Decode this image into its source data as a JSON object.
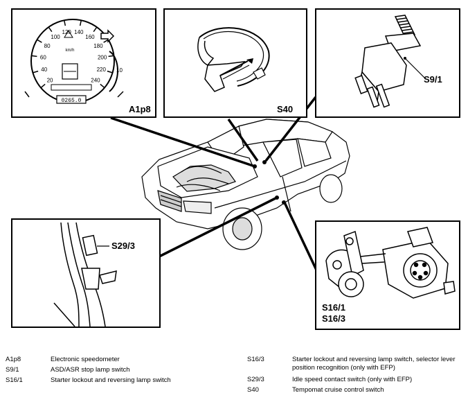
{
  "panels": {
    "speedometer": {
      "label": "A1p8",
      "speed_ticks": [
        "20",
        "40",
        "60",
        "80",
        "100",
        "120",
        "140",
        "160",
        "180",
        "200",
        "220",
        "240"
      ],
      "unit": "km/h",
      "odometer": "0265.0"
    },
    "steering": {
      "label": "S40"
    },
    "stop_lamp": {
      "label": "S9/1"
    },
    "idle_switch": {
      "label": "S29/3"
    },
    "selector": {
      "label_1": "S16/1",
      "label_2": "S16/3"
    }
  },
  "legend": [
    {
      "code": "A1p8",
      "desc": "Electronic speedometer"
    },
    {
      "code": "S9/1",
      "desc": "ASD/ASR stop lamp switch"
    },
    {
      "code": "S16/1",
      "desc": "Starter lockout and reversing lamp switch"
    },
    {
      "code": "S16/3",
      "desc": "Starter lockout and reversing lamp switch, selector lever position recognition (only with EFP)"
    },
    {
      "code": "S29/3",
      "desc": "Idle speed contact switch (only with EFP)"
    },
    {
      "code": "S40",
      "desc": "Tempomat cruise control switch"
    }
  ]
}
